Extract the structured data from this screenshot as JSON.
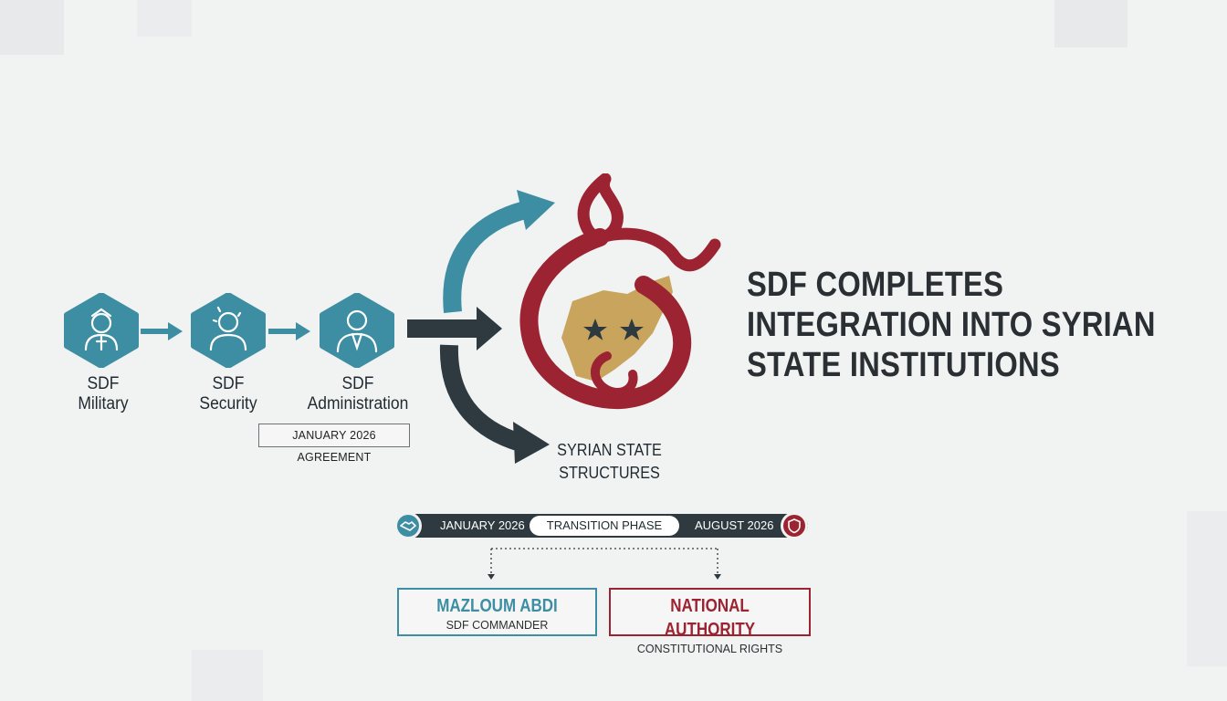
{
  "nodes": [
    {
      "line1": "SDF",
      "line2": "Military"
    },
    {
      "line1": "SDF",
      "line2": "Security"
    },
    {
      "line1": "SDF",
      "line2": "Administration"
    }
  ],
  "agreement_label": "JANUARY 2026 AGREEMENT",
  "headline": [
    "SDF COMPLETES",
    "INTEGRATION INTO SYRIAN",
    "STATE INSTITUTIONS"
  ],
  "state_label": {
    "line1": "SYRIAN STATE",
    "line2": "STRUCTURES"
  },
  "timeline": {
    "start": "JANUARY 2026",
    "middle": "TRANSITION PHASE",
    "end": "AUGUST 2026"
  },
  "cards": [
    {
      "title": "MAZLOUM ABDI",
      "subtitle": "SDF COMMANDER"
    },
    {
      "title": "NATIONAL AUTHORITY",
      "subtitle": "CONSTITUTIONAL RIGHTS"
    }
  ],
  "colors": {
    "teal": "#3d8ea3",
    "crimson": "#9c2331",
    "dark": "#2e3a40",
    "gold": "#c9a45c"
  }
}
